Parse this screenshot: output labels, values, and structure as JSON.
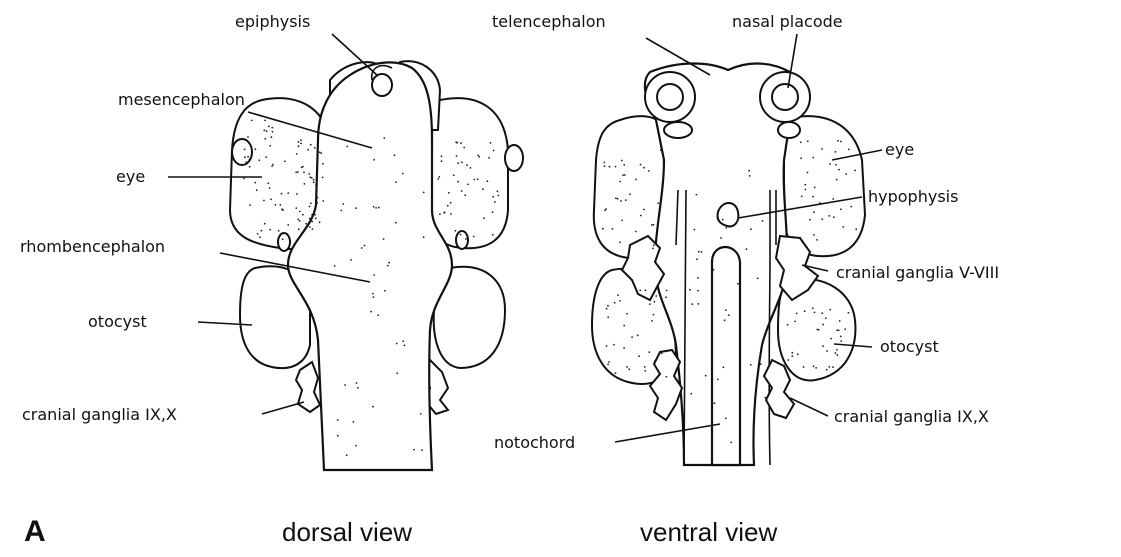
{
  "panel_letter": "A",
  "captions": {
    "dorsal": "dorsal view",
    "ventral": "ventral view"
  },
  "dorsal_labels": {
    "epiphysis": "epiphysis",
    "mesencephalon": "mesencephalon",
    "eye": "eye",
    "rhombencephalon": "rhombencephalon",
    "otocyst": "otocyst",
    "ganglia": "cranial ganglia IX,X"
  },
  "ventral_labels": {
    "telencephalon": "telencephalon",
    "nasal_placode": "nasal placode",
    "eye": "eye",
    "hypophysis": "hypophysis",
    "ganglia_v_viii": "cranial ganglia V-VIII",
    "otocyst": "otocyst",
    "ganglia_ix_x": "cranial ganglia IX,X",
    "notochord": "notochord"
  }
}
